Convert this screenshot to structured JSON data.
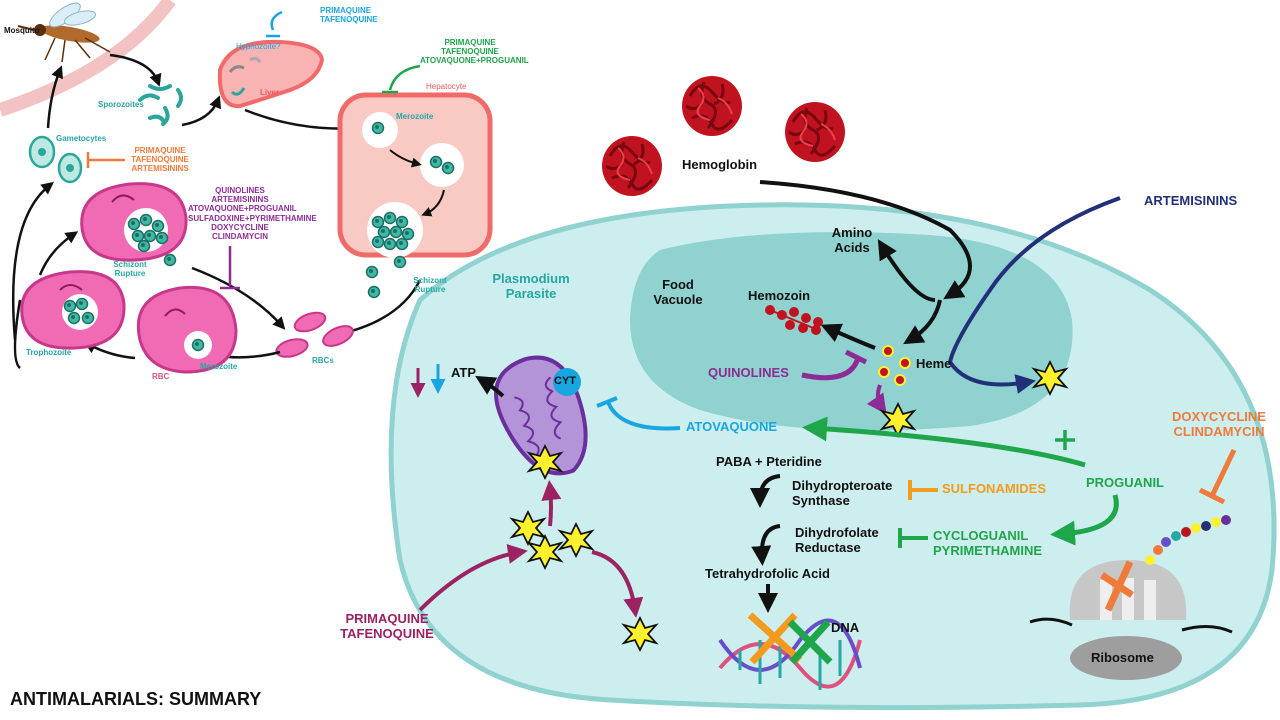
{
  "title": "ANTIMALARIALS: SUMMARY",
  "colors": {
    "teal": "#26a7a3",
    "cell_fill": "#cdeeee",
    "vacuole": "#8fd2cf",
    "rbc": "#f06bb4",
    "hemoglobin": "#c1121f",
    "hepatocyte": "#f9c9c4",
    "liver": "#f9b3b3",
    "atovaquone": "#19a6e0",
    "proguanil": "#1fa54a",
    "sulfonamides": "#f39a1f",
    "doxycycline": "#f07a3a",
    "quinolines": "#8d2c94",
    "artemisinins": "#22307a",
    "primaquine": "#9c2263",
    "star": "#fff22d"
  },
  "lifecycle": {
    "mosquito": "Mosquito",
    "sporozoites": "Sporozoites",
    "liver": "Liver",
    "hypnozoite": "Hypnozoite?",
    "hypnozoite_drugs": [
      "PRIMAQUINE",
      "TAFENOQUINE"
    ],
    "hepatocyte": "Hepatocyte",
    "hepatocyte_drugs": [
      "PRIMAQUINE",
      "TAFENOQUINE",
      "ATOVAQUONE+PROGUANIL"
    ],
    "merozoite_liver": "Merozoite",
    "schizont_rupture_liver": [
      "Schizont",
      "Rupture"
    ],
    "rbcs": "RBCs",
    "merozoite_blood": "Merozoite",
    "rbc": "RBC",
    "trophozoite": "Trophozoite",
    "schizont_rupture_blood": [
      "Schizont",
      "Rupture"
    ],
    "gametocytes": "Gametocytes",
    "gametocyte_drugs": [
      "PRIMAQUINE",
      "TAFENOQUINE",
      "ARTEMISININS"
    ],
    "blood_stage_drugs": [
      "QUINOLINES",
      "ARTEMISININS",
      "ATOVAQUONE+PROGUANIL",
      "SULFADOXINE+PYRIMETHAMINE",
      "DOXYCYCLINE",
      "CLINDAMYCIN"
    ]
  },
  "parasite": {
    "plasmodium": [
      "Plasmodium",
      "Parasite"
    ],
    "food_vacuole": [
      "Food",
      "Vacuole"
    ],
    "hemoglobin": "Hemoglobin",
    "amino_acids": [
      "Amino",
      "Acids"
    ],
    "hemozoin": "Hemozoin",
    "heme": "Heme",
    "atp": "ATP",
    "cyt": "CYT",
    "paba": "PABA + Pteridine",
    "dhps": [
      "Dihydropteroate",
      "Synthase"
    ],
    "dhfr": [
      "Dihydrofolate",
      "Reductase"
    ],
    "thf": "Tetrahydrofolic Acid",
    "dna": "DNA",
    "ribosome": "Ribosome"
  },
  "drugs": {
    "artemisinins": "ARTEMISININS",
    "quinolines": "QUINOLINES",
    "atovaquone": "ATOVAQUONE",
    "proguanil": "PROGUANIL",
    "sulfonamides": "SULFONAMIDES",
    "cycloguanil": [
      "CYCLOGUANIL",
      "PYRIMETHAMINE"
    ],
    "doxy_clinda": [
      "DOXYCYCLINE",
      "CLINDAMYCIN"
    ],
    "primaquine": [
      "PRIMAQUINE",
      "TAFENOQUINE"
    ]
  }
}
